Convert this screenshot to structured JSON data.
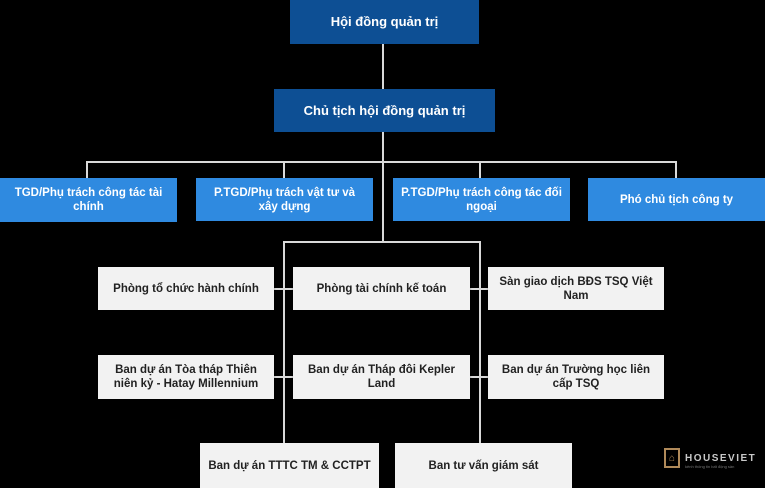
{
  "board": "Hội đồng quản trị",
  "chairman": "Chủ tịch hội đồng quản trị",
  "executives": [
    "TGD/Phụ trách công tác tài chính",
    "P.TGD/Phụ trách vật tư và xây dựng",
    "P.TGD/Phụ trách công tác đối ngoại",
    "Phó chủ tịch công ty"
  ],
  "departments": [
    "Phòng tổ chức hành chính",
    "Phòng tài chính kế toán",
    "Sàn giao dịch BĐS TSQ Việt Nam",
    "Ban dự án Tòa tháp Thiên niên kỷ - Hatay Millennium",
    "Ban dự án Tháp đôi Kepler Land",
    "Ban dự án Trường học liên cấp TSQ",
    "Ban dự án TTTC TM & CCTPT",
    "Ban tư vấn giám sát"
  ],
  "watermark": {
    "icon": "house-logo-icon",
    "brand": "HOUSEVIET",
    "tagline": "kênh thông tin bất động sản"
  }
}
